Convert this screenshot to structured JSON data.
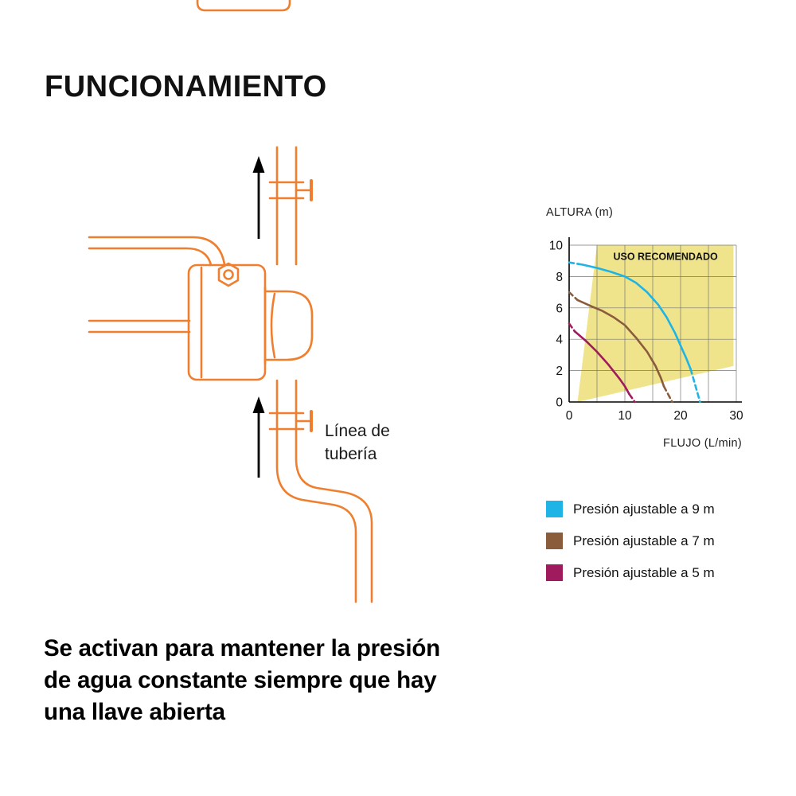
{
  "page": {
    "title": "FUNCIONAMIENTO",
    "background": "#ffffff"
  },
  "diagram": {
    "pipe_label": "Línea de tubería",
    "stroke_color": "#EF7F2E",
    "flow_direction": "up"
  },
  "chart_data": {
    "type": "line",
    "ylabel": "ALTURA (m)",
    "xlabel": "FLUJO (L/min)",
    "xlim": [
      0,
      31
    ],
    "ylim": [
      0,
      10.6
    ],
    "xticks": [
      0,
      10,
      20,
      30
    ],
    "yticks": [
      0,
      2,
      4,
      6,
      8,
      10
    ],
    "grid_x": [
      5,
      10,
      15,
      20,
      25,
      30
    ],
    "grid_y": [
      2,
      4,
      6,
      8,
      10
    ],
    "grid_color": "#777777",
    "region_label": "USO RECOMENDADO",
    "region_color": "#EFE48C",
    "region_polygon": [
      [
        1.5,
        0
      ],
      [
        5,
        10
      ],
      [
        29.5,
        10
      ],
      [
        29.5,
        2.3
      ]
    ],
    "series": [
      {
        "name": "Presión ajustable a 9 m",
        "color": "#1FB4E6",
        "dash_start": [
          [
            0,
            8.9
          ],
          [
            2.5,
            8.75
          ]
        ],
        "solid": [
          [
            2.5,
            8.75
          ],
          [
            5,
            8.55
          ],
          [
            7.5,
            8.3
          ],
          [
            10,
            8.0
          ],
          [
            12,
            7.6
          ],
          [
            14,
            7.0
          ],
          [
            16,
            6.2
          ],
          [
            17.5,
            5.4
          ],
          [
            19,
            4.4
          ],
          [
            20,
            3.6
          ],
          [
            21,
            2.8
          ],
          [
            21.8,
            2.1
          ]
        ],
        "dash_end": [
          [
            21.8,
            2.1
          ],
          [
            23.5,
            0
          ]
        ]
      },
      {
        "name": "Presión ajustable a 7 m",
        "color": "#8A5C3B",
        "dash_start": [
          [
            0,
            7.0
          ],
          [
            1.5,
            6.5
          ]
        ],
        "solid": [
          [
            1.5,
            6.5
          ],
          [
            4,
            6.1
          ],
          [
            6,
            5.8
          ],
          [
            8,
            5.4
          ],
          [
            10,
            4.9
          ],
          [
            12,
            4.1
          ],
          [
            14,
            3.2
          ],
          [
            15.5,
            2.3
          ],
          [
            16.5,
            1.5
          ],
          [
            17,
            1.0
          ]
        ],
        "dash_end": [
          [
            17,
            1.0
          ],
          [
            18.5,
            0
          ]
        ]
      },
      {
        "name": "Presión ajustable a 5 m",
        "color": "#A01A5E",
        "dash_start": [
          [
            0,
            5.0
          ],
          [
            1,
            4.5
          ]
        ],
        "solid": [
          [
            1,
            4.5
          ],
          [
            3,
            3.9
          ],
          [
            5,
            3.2
          ],
          [
            7,
            2.4
          ],
          [
            9,
            1.5
          ],
          [
            10,
            1.0
          ],
          [
            10.8,
            0.5
          ]
        ],
        "dash_end": [
          [
            10.8,
            0.5
          ],
          [
            11.8,
            0
          ]
        ]
      }
    ]
  },
  "legend": {
    "items": [
      {
        "label": "Presión ajustable a 9 m",
        "color": "#1FB4E6"
      },
      {
        "label": "Presión ajustable a 7 m",
        "color": "#8A5C3B"
      },
      {
        "label": "Presión ajustable a 5 m",
        "color": "#A01A5E"
      }
    ]
  },
  "footer": {
    "lines": [
      "Se activan para mantener la presión",
      "de agua constante siempre que hay",
      "una llave abierta"
    ]
  }
}
